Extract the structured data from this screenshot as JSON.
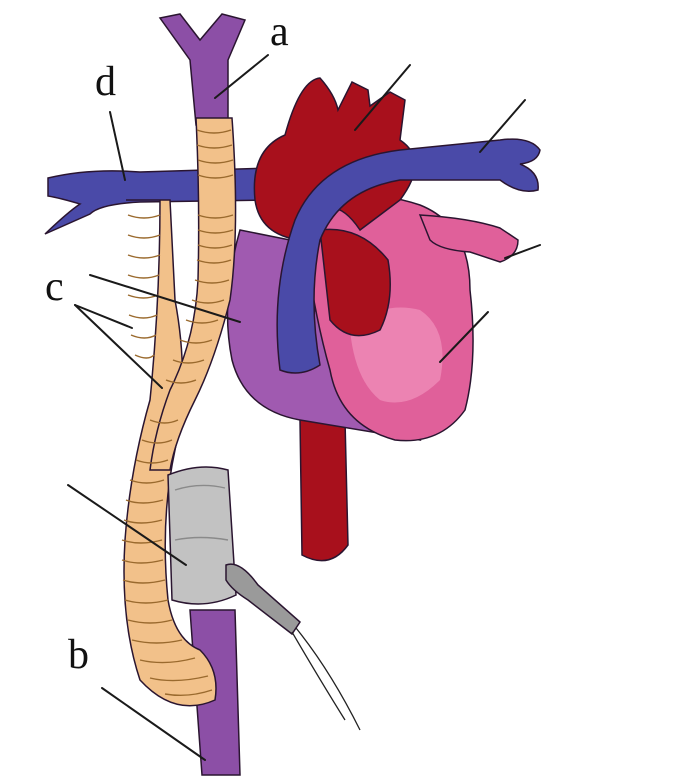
{
  "labels": {
    "a": "a",
    "b": "b",
    "c": "c",
    "d": "d"
  },
  "colors": {
    "svc_ivc_purple": "#8c4fa6",
    "aorta_red": "#a8101c",
    "aorta_dark": "#7a0a12",
    "pulmonary_blue": "#4a4aa8",
    "heart_pink": "#e0609a",
    "heart_pink_light": "#ef8cb8",
    "atrium_purple": "#a05ab0",
    "graft_tan": "#f2c18a",
    "cuff_gray": "#c2c2c2",
    "cable_gray": "#9a9a9a"
  },
  "icons": {
    "cuff": "flow-probe-icon"
  }
}
